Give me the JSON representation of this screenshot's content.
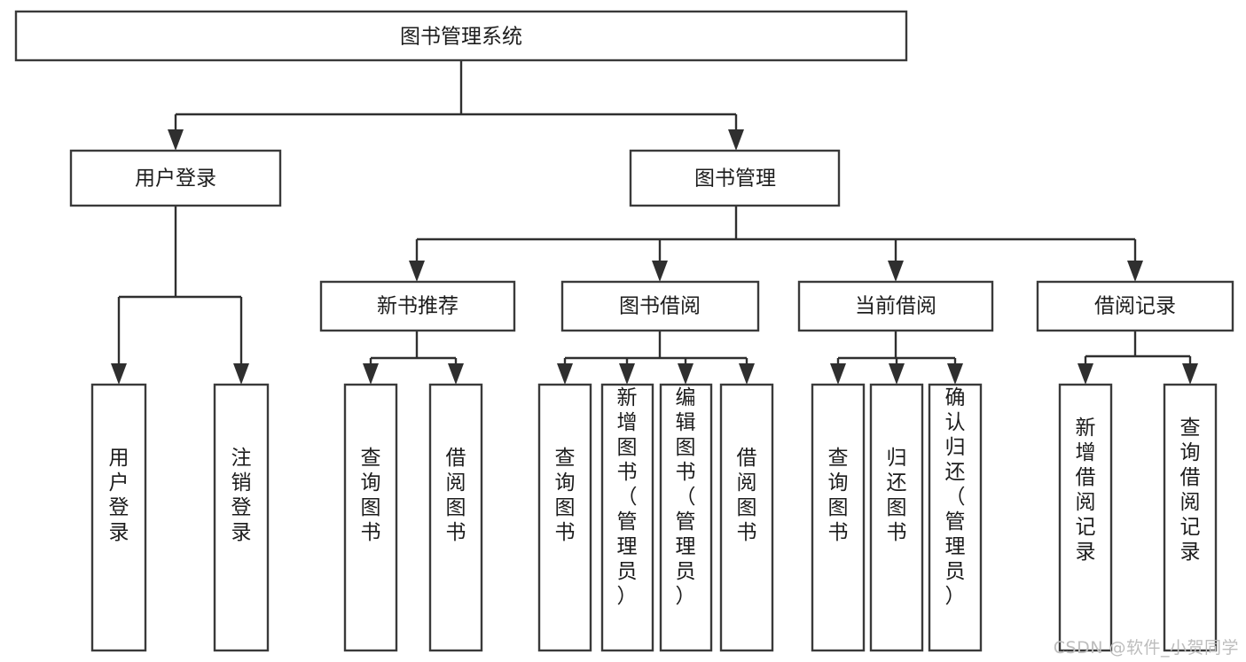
{
  "diagram": {
    "title": "图书管理系统",
    "type": "tree-hierarchy-chart",
    "orientation": "top-down",
    "colors": {
      "box_fill": "#ffffff",
      "box_stroke": "#3a3a3a",
      "connector": "#2f2f2f",
      "text": "#1c1c1c",
      "background": "#ffffff",
      "watermark": "#bdbdbd"
    },
    "root": {
      "label": "图书管理系统"
    },
    "level2": [
      {
        "label": "用户登录"
      },
      {
        "label": "图书管理"
      }
    ],
    "level3": [
      {
        "label": "新书推荐"
      },
      {
        "label": "图书借阅"
      },
      {
        "label": "当前借阅"
      },
      {
        "label": "借阅记录"
      }
    ],
    "leaves": {
      "user_login": [
        {
          "label": "用户登录"
        },
        {
          "label": "注销登录"
        }
      ],
      "new_book_recommend": [
        {
          "label": "查询图书"
        },
        {
          "label": "借阅图书"
        }
      ],
      "book_borrow": [
        {
          "label": "查询图书"
        },
        {
          "label": "新增图书（管理员）"
        },
        {
          "label": "编辑图书（管理员）"
        },
        {
          "label": "借阅图书"
        }
      ],
      "current_borrow": [
        {
          "label": "查询图书"
        },
        {
          "label": "归还图书"
        },
        {
          "label": "确认归还（管理员）"
        }
      ],
      "borrow_record": [
        {
          "label": "新增借阅记录"
        },
        {
          "label": "查询借阅记录"
        }
      ]
    }
  },
  "watermark": {
    "text": "CSDN @软件_小贺同学"
  }
}
